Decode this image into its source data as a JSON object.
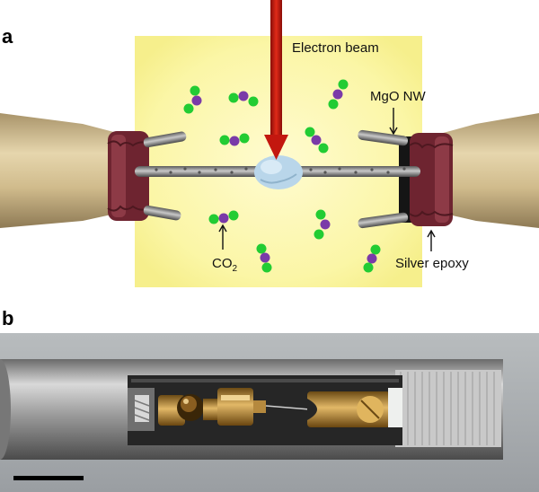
{
  "panel_a": {
    "letter": "a",
    "labels": {
      "electron_beam": "Electron beam",
      "mgo_nw": "MgO NW",
      "co2_main": "CO",
      "co2_sub": "2",
      "silver_epoxy": "Silver epoxy"
    }
  },
  "panel_b": {
    "letter": "b"
  },
  "colors": {
    "beam": "#cc1a10",
    "atom_green": "#22cc33",
    "atom_purple": "#7a3aa8",
    "epoxy": "#7a2a34",
    "holder": "#d2bd8e",
    "glow": "#fbf6a6"
  }
}
